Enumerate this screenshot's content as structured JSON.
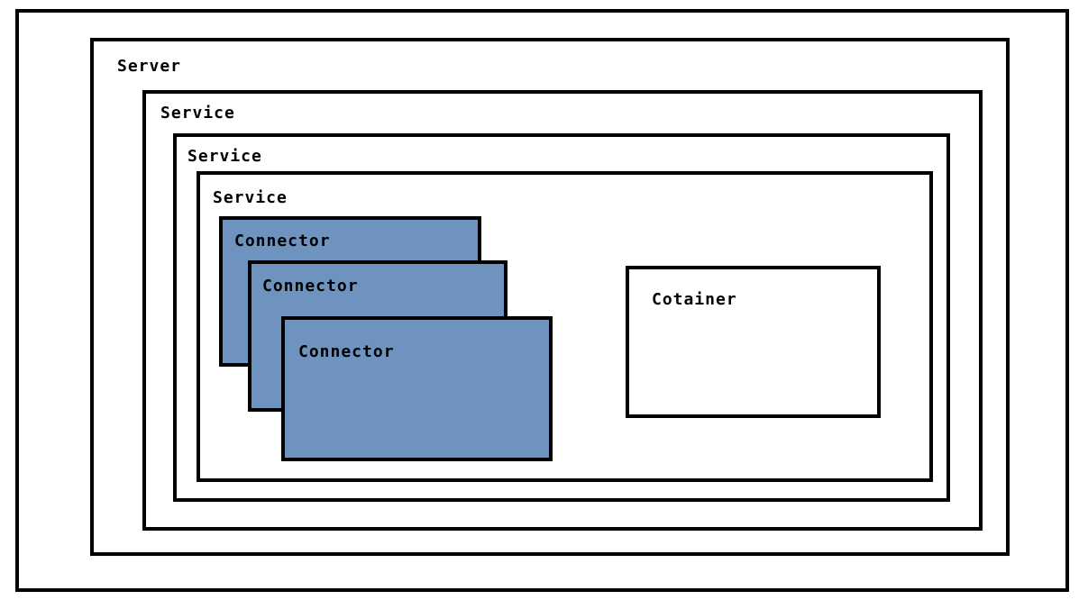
{
  "diagram": {
    "server": {
      "label": "Server"
    },
    "services": [
      {
        "label": "Service"
      },
      {
        "label": "Service"
      },
      {
        "label": "Service"
      }
    ],
    "connectors": [
      {
        "label": "Connector"
      },
      {
        "label": "Connector"
      },
      {
        "label": "Connector"
      }
    ],
    "container": {
      "label": "Cotainer"
    },
    "colors": {
      "connector_fill": "#6e93bf",
      "border": "#000000",
      "background": "#ffffff"
    }
  }
}
